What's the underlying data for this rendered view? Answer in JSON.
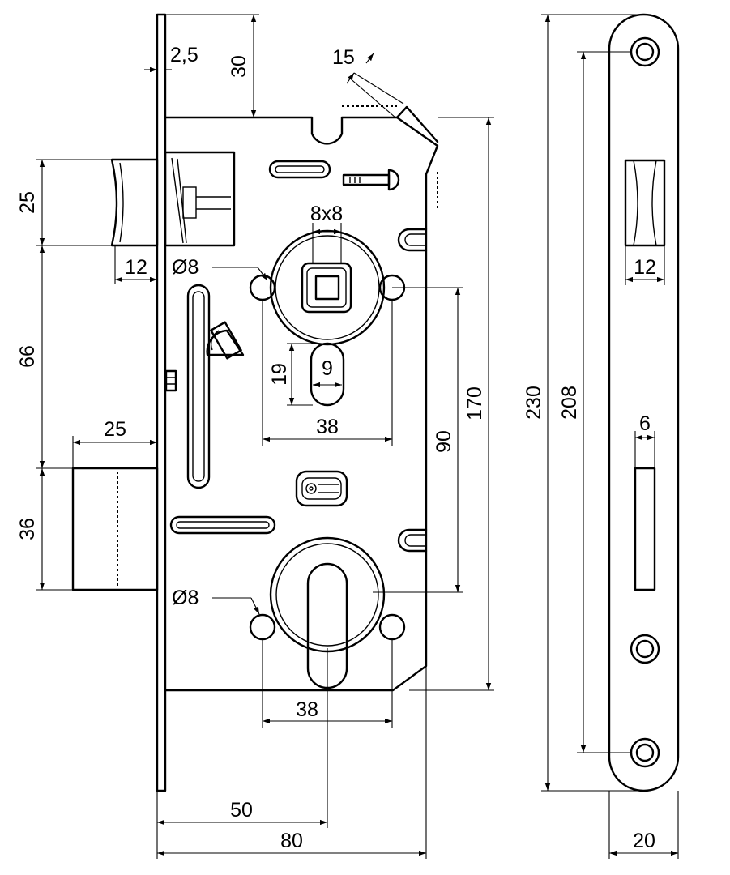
{
  "labels": {
    "faceplate_thickness": "2,5",
    "backset_top": "30",
    "chamfer_angle": "15",
    "spindle_square": "8x8",
    "latch_height": "25",
    "latch_projection": "12",
    "hole_upper": "Ø8",
    "slot_height": "19",
    "slot_width": "9",
    "upper_hole_spacing": "38",
    "latch_to_bolt": "66",
    "bolt_projection": "25",
    "bolt_height": "36",
    "center_distance": "90",
    "case_height": "170",
    "hole_lower": "Ø8",
    "lower_hole_spacing": "38",
    "backset": "50",
    "case_depth": "80",
    "faceplate_height": "230",
    "screw_spacing": "208",
    "strike_latch_width": "12",
    "strike_bolt_width": "6",
    "faceplate_width": "20"
  }
}
